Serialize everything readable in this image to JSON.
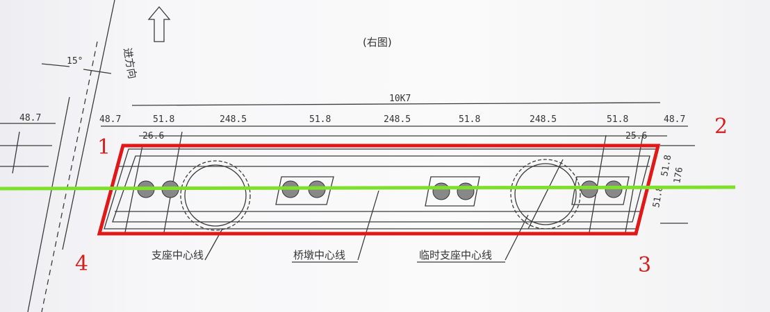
{
  "title": "(右图)",
  "direction_label": "进方向",
  "angle_label": "15°",
  "overall_dimension": "10K7",
  "top_dimensions": [
    "48.7",
    "51.8",
    "248.5",
    "51.8",
    "248.5",
    "51.8",
    "248.5",
    "51.8",
    "48.7"
  ],
  "left_edge_dimension": "48.7",
  "sub_dimensions": [
    "26.6",
    "25.6"
  ],
  "right_dimensions": [
    "51.8",
    "51.8",
    "176"
  ],
  "labels": [
    "支座中心线",
    "桥墩中心线",
    "临时支座中心线"
  ],
  "corner_markers": [
    "1",
    "2",
    "3",
    "4"
  ],
  "colors": {
    "outline": "#e01818",
    "centerline": "#7ee02a",
    "ink": "#3a3a3a"
  }
}
